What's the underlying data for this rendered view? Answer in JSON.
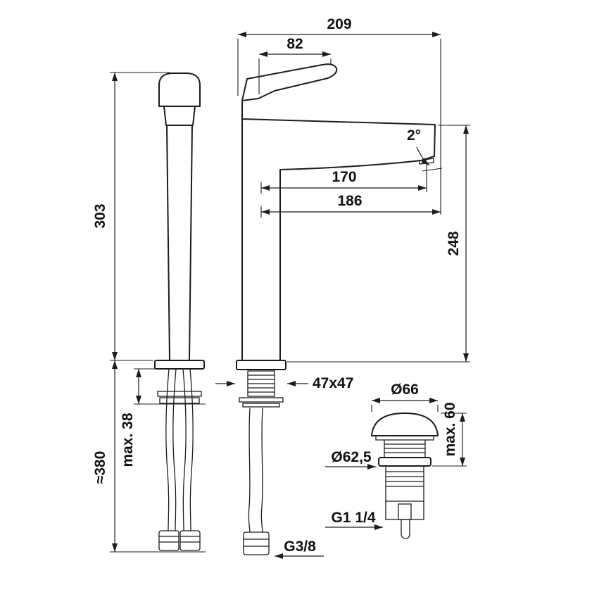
{
  "colors": {
    "background": "#ffffff",
    "line": "#1c1c1c"
  },
  "drawing_type": "faucet-technical-dimension-drawing",
  "labels": {
    "width_total": "209",
    "handle_length": "82",
    "spout_angle": "2°",
    "spout_reach_aerator": "170",
    "spout_reach_total": "186",
    "body_height": "303",
    "spout_height": "248",
    "base_section": "47x47",
    "deck_max_thickness": "max. 38",
    "hose_length": "≈380",
    "waste_cap_diameter": "Ø66",
    "waste_max_height": "max. 60",
    "waste_flange_diameter": "Ø62,5",
    "waste_thread": "G1 1/4",
    "hose_thread": "G3/8"
  }
}
